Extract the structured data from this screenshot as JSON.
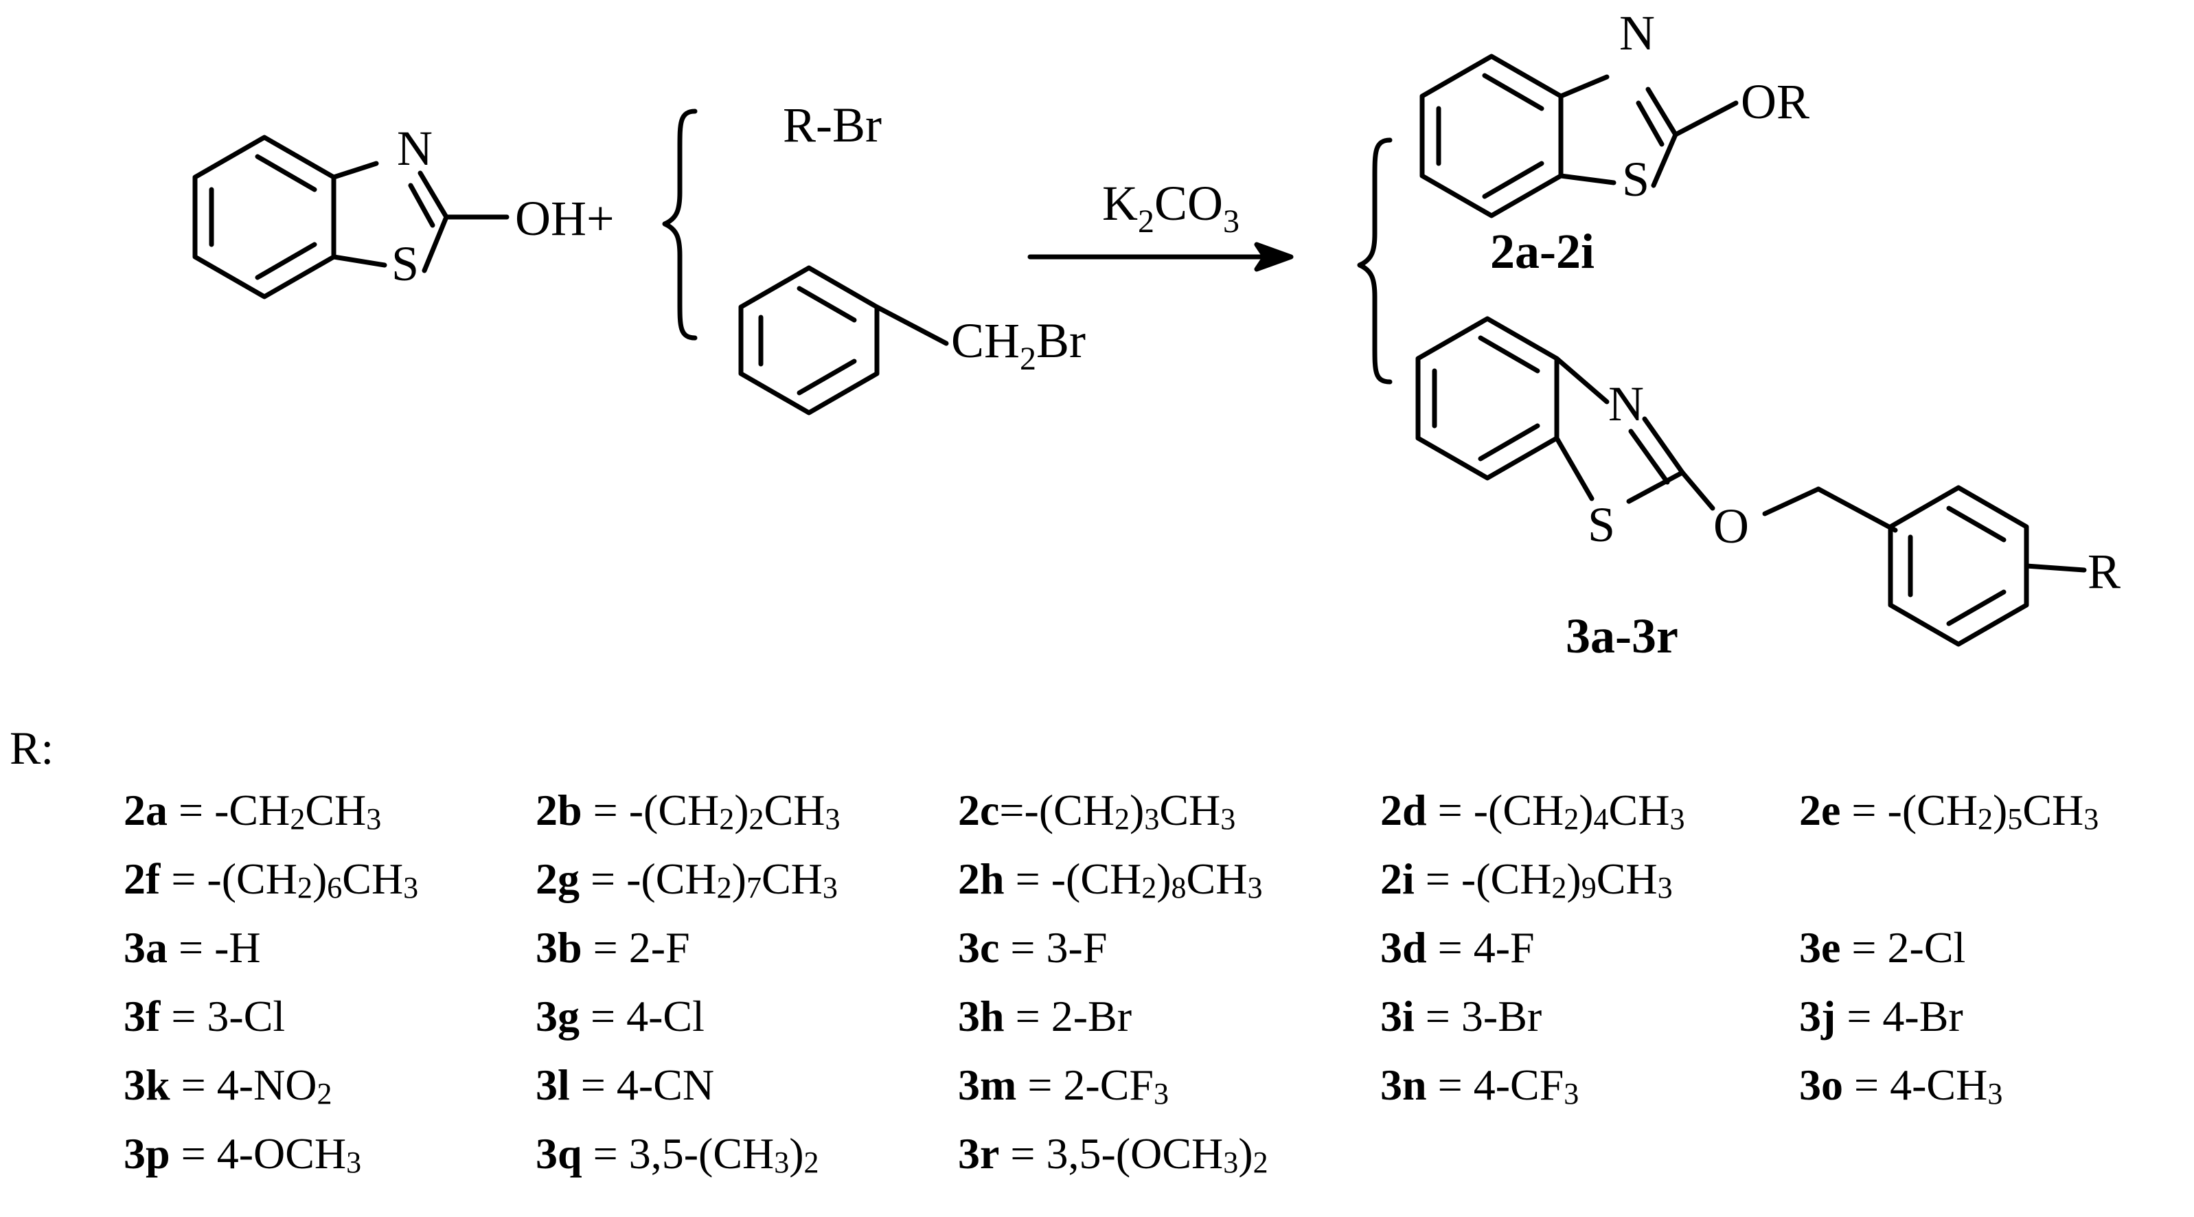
{
  "atoms": {
    "n": "N",
    "s": "S",
    "o": "O",
    "oh_plus": "OH+",
    "r_br": "R-Br",
    "ch": "CH",
    "ch_sub": "2",
    "br": "Br",
    "or": "OR",
    "r": "R"
  },
  "reagent": {
    "k": "K",
    "k_sub": "2",
    "co": "CO",
    "co_sub": "3"
  },
  "labels": {
    "series2": "2a-2i",
    "series3": "3a-3r"
  },
  "legend_title": "R:",
  "legend": [
    [
      {
        "id": "2a",
        "pre": " = -CH",
        "s1": "2",
        "mid": "CH",
        "s2": "3",
        "post": ""
      },
      {
        "id": "2b",
        "pre": " = -(CH",
        "s1": "2",
        "mid": ")",
        "s2": "2",
        "post": "CH3"
      },
      {
        "id": "2c",
        "pre": "=-(CH",
        "s1": "2",
        "mid": ")",
        "s2": "3",
        "post": "CH3"
      },
      {
        "id": "2d",
        "pre": " = -(CH",
        "s1": "2",
        "mid": ")",
        "s2": "4",
        "post": "CH3"
      },
      {
        "id": "2e",
        "pre": " = -(CH",
        "s1": "2",
        "mid": ")",
        "s2": "5",
        "post": "CH3"
      }
    ],
    [
      {
        "id": "2f",
        "pre": " = -(CH",
        "s1": "2",
        "mid": ")",
        "s2": "6",
        "post": "CH3"
      },
      {
        "id": "2g",
        "pre": " = -(CH",
        "s1": "2",
        "mid": ")",
        "s2": "7",
        "post": "CH3"
      },
      {
        "id": "2h",
        "pre": " = -(CH",
        "s1": "2",
        "mid": ")",
        "s2": "8",
        "post": "CH3"
      },
      {
        "id": "2i",
        "pre": " = -(CH",
        "s1": "2",
        "mid": ")",
        "s2": "9",
        "post": "CH3"
      }
    ],
    [
      {
        "id": "3a",
        "pre": " = -H"
      },
      {
        "id": "3b",
        "pre": " = 2-F"
      },
      {
        "id": "3c",
        "pre": " = 3-F"
      },
      {
        "id": "3d",
        "pre": " = 4-F"
      },
      {
        "id": "3e",
        "pre": " = 2-Cl"
      }
    ],
    [
      {
        "id": "3f",
        "pre": " = 3-Cl"
      },
      {
        "id": "3g",
        "pre": " = 4-Cl"
      },
      {
        "id": "3h",
        "pre": " = 2-Br"
      },
      {
        "id": "3i",
        "pre": " = 3-Br"
      },
      {
        "id": "3j",
        "pre": " = 4-Br"
      }
    ],
    [
      {
        "id": "3k",
        "pre": " = 4-NO",
        "s1": "2",
        "mid": ""
      },
      {
        "id": "3l",
        "pre": " = 4-CN"
      },
      {
        "id": "3m",
        "pre": " = 2-CF",
        "s1": "3",
        "mid": ""
      },
      {
        "id": "3n",
        "pre": " = 4-CF",
        "s1": "3",
        "mid": ""
      },
      {
        "id": "3o",
        "pre": " = 4-CH",
        "s1": "3",
        "mid": ""
      }
    ],
    [
      {
        "id": "3p",
        "pre": " = 4-OCH",
        "s1": "3",
        "mid": ""
      },
      {
        "id": "3q",
        "pre": " = 3,5-(CH",
        "s1": "3",
        "mid": ")",
        "s2": "2",
        "post": ""
      },
      {
        "id": "3r",
        "pre": " = 3,5-(OCH",
        "s1": "3",
        "mid": ")",
        "s2": "2",
        "post": ""
      }
    ]
  ]
}
